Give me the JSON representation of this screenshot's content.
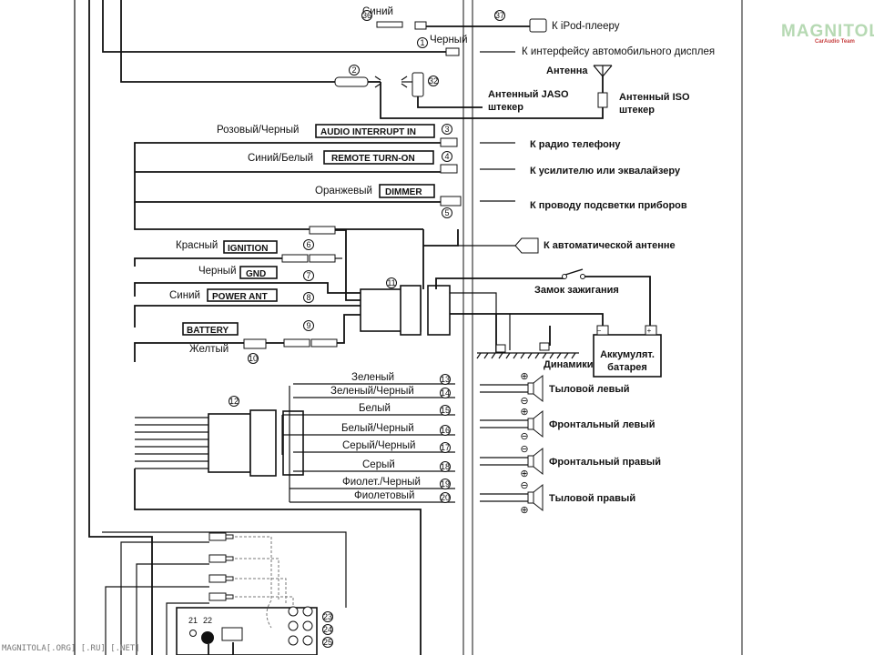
{
  "watermark": {
    "brand": "MAGNITOLA",
    "team": "CarAudio Team",
    "footer": "MAGNITOLA[.ORG] [.RU] [.NET]"
  },
  "top": {
    "blue": {
      "color_label": "Синий",
      "num": "36",
      "num2": "37",
      "dest": "К iPod-плееру"
    },
    "black": {
      "num": "1",
      "color_label": "Черный",
      "dest": "К интерфейсу автомобильного дисплея"
    },
    "antenna": {
      "num": "2",
      "num2": "32",
      "label": "Антенна",
      "jaso": [
        "Антенный JASO",
        "штекер"
      ],
      "iso": [
        "Антенный ISO",
        "штекер"
      ]
    }
  },
  "mid_wires": [
    {
      "color_label": "Розовый/Черный",
      "box": "AUDIO INTERRUPT IN",
      "num": "3",
      "dest": "К радио телефону"
    },
    {
      "color_label": "Синий/Белый",
      "box": "REMOTE TURN-ON",
      "num": "4",
      "dest": "К усилителю или эквалайзеру"
    },
    {
      "color_label": "Оранжевый",
      "box": "DIMMER",
      "num": "5",
      "dest": "К проводу подсветки приборов"
    }
  ],
  "power": {
    "red": {
      "color_label": "Красный",
      "box": "IGNITION",
      "num": "6"
    },
    "gnd": {
      "color_label": "Черный",
      "box": "GND",
      "num": "7"
    },
    "ant": {
      "color_label": "Синий",
      "box": "POWER ANT",
      "num": "8"
    },
    "battery": {
      "box": "BATTERY",
      "color_label": "Желтый",
      "num": "9",
      "fuse_num": "10"
    },
    "connector_num": "11",
    "auto_antenna": "К автоматической антенне",
    "ignition_lock": "Замок зажигания",
    "battery_label": [
      "Аккумулят.",
      "батарея"
    ],
    "speakers_label": "Динамики"
  },
  "speaker_connector_num": "12",
  "speaker_wires": [
    {
      "color_label": "Зеленый",
      "num": "13"
    },
    {
      "color_label": "Зеленый/Черный",
      "num": "14"
    },
    {
      "color_label": "Белый",
      "num": "15"
    },
    {
      "color_label": "Белый/Черный",
      "num": "16"
    },
    {
      "color_label": "Серый/Черный",
      "num": "17"
    },
    {
      "color_label": "Серый",
      "num": "18"
    },
    {
      "color_label": "Фиолет./Черный",
      "num": "19"
    },
    {
      "color_label": "Фиолетовый",
      "num": "20"
    }
  ],
  "speakers": [
    {
      "label": "Тыловой левый",
      "plus": "⊕",
      "minus": "⊖"
    },
    {
      "label": "Фронтальный левый",
      "plus": "⊕",
      "minus": "⊖"
    },
    {
      "label": "Фронтальный правый",
      "plus": "⊖",
      "minus": "⊕"
    },
    {
      "label": "Тыловой правый",
      "plus": "⊖",
      "minus": "⊕"
    }
  ],
  "bottom_nums": [
    "21",
    "22",
    "23",
    "24",
    "25"
  ]
}
